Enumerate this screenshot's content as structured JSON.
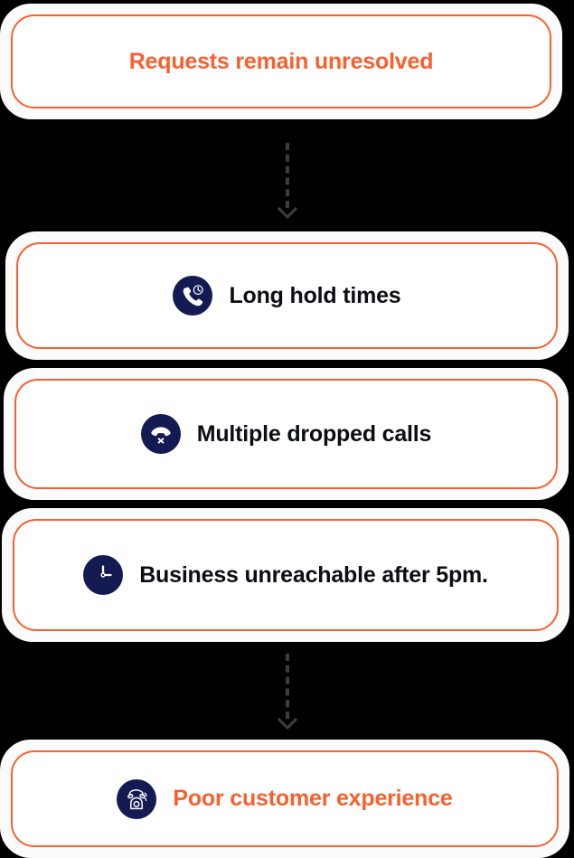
{
  "theme": {
    "background": "#000000",
    "accent_orange": "#f9602f",
    "icon_navy": "#141a52",
    "card_surface": "#ffffff",
    "wrapper_surface": "#fbfbfc",
    "text_dark": "#0d0d14",
    "connector_gray": "#3d3d3d"
  },
  "diagram": {
    "type": "vertical-flow",
    "title": "Requests remain unresolved",
    "nodes": [
      {
        "id": "outcome-top",
        "label": "Requests remain unresolved",
        "icon": null,
        "text_color": "#f9602f",
        "emphasis": "accent"
      },
      {
        "id": "cause-hold-times",
        "label": "Long hold times",
        "icon": "phone-clock-icon",
        "text_color": "#0d0d14",
        "emphasis": "normal"
      },
      {
        "id": "cause-dropped-calls",
        "label": "Multiple dropped calls",
        "icon": "phone-missed-icon",
        "text_color": "#0d0d14",
        "emphasis": "normal"
      },
      {
        "id": "cause-unreachable",
        "label": "Business unreachable after 5pm.",
        "icon": "clock-icon",
        "text_color": "#0d0d14",
        "emphasis": "normal"
      },
      {
        "id": "outcome-bottom",
        "label": "Poor customer experience",
        "icon": "ringing-telephone-icon",
        "text_color": "#f9602f",
        "emphasis": "accent"
      }
    ],
    "connectors": [
      {
        "id": "arrow-top",
        "from": "outcome-top",
        "to": "cause-hold-times",
        "style": "dashed-down-arrow"
      },
      {
        "id": "arrow-bottom",
        "from": "cause-unreachable",
        "to": "outcome-bottom",
        "style": "dashed-down-arrow"
      }
    ]
  }
}
